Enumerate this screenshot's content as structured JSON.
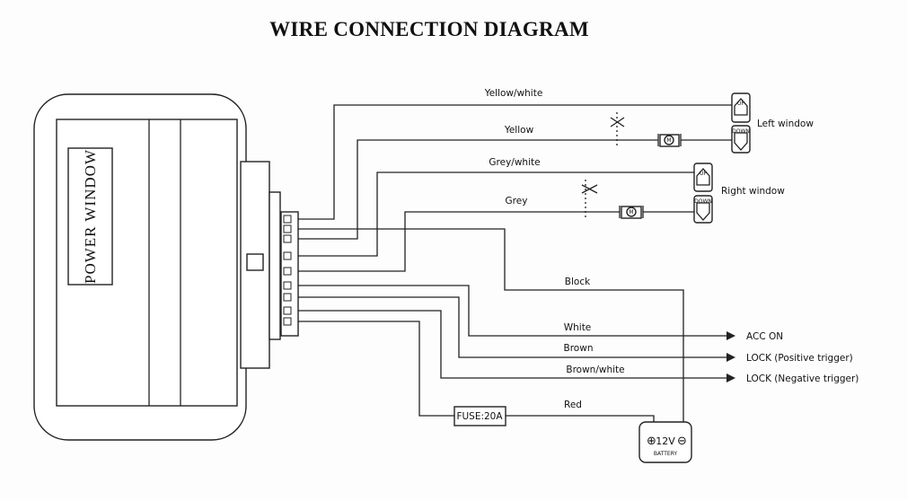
{
  "title": "WIRE CONNECTION DIAGRAM",
  "module": {
    "label": "POWER WINDOW"
  },
  "wires": [
    {
      "id": "yellow-white",
      "label": "Yellow/white"
    },
    {
      "id": "yellow",
      "label": "Yellow"
    },
    {
      "id": "grey-white",
      "label": "Grey/white"
    },
    {
      "id": "grey",
      "label": "Grey"
    },
    {
      "id": "block",
      "label": "Block"
    },
    {
      "id": "white",
      "label": "White"
    },
    {
      "id": "brown",
      "label": "Brown"
    },
    {
      "id": "brown-white",
      "label": "Brown/white"
    },
    {
      "id": "red",
      "label": "Red"
    }
  ],
  "windows": {
    "left": "Left window",
    "right": "Right window"
  },
  "switch": {
    "up": "UP",
    "down": "DOWN"
  },
  "motor": {
    "label": "M"
  },
  "inputs": {
    "acc": "ACC ON",
    "lock_pos": "LOCK (Positive trigger)",
    "lock_neg": "LOCK (Negative trigger)"
  },
  "fuse": {
    "label": "FUSE:20A"
  },
  "battery": {
    "voltage": "12V",
    "label": "BATTERY",
    "plus": "⊕",
    "minus": "⊖"
  }
}
